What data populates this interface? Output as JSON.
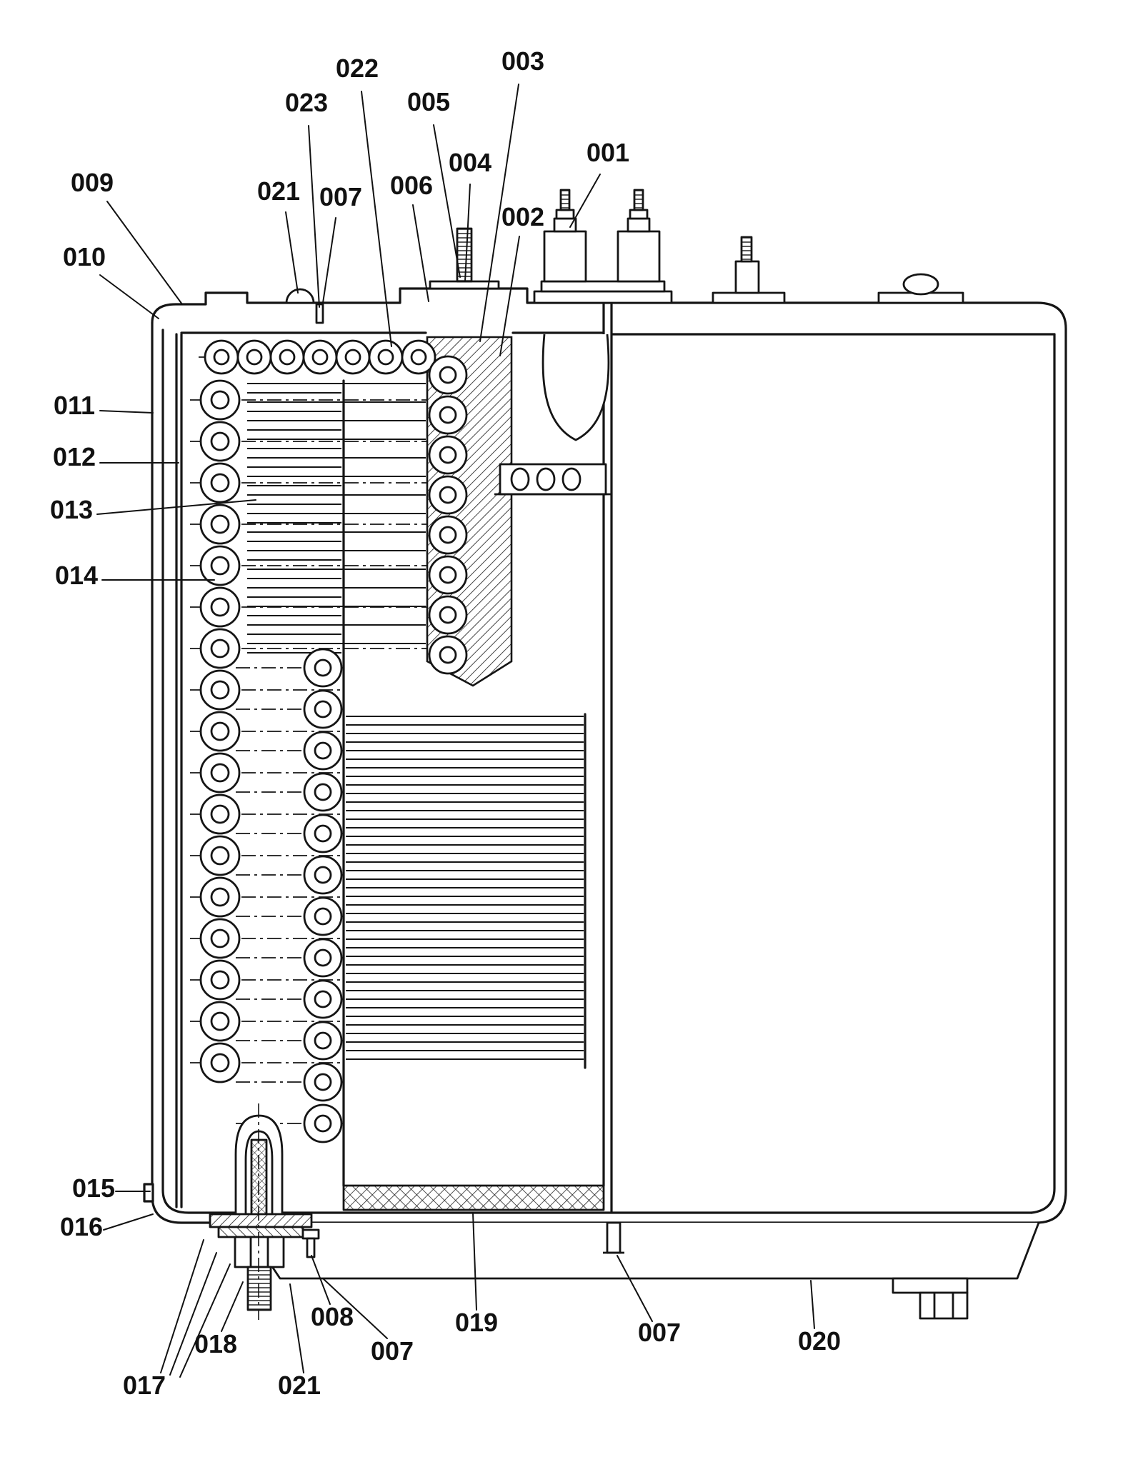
{
  "figure": {
    "kind": "technical-sectional-diagram",
    "description": "Cross-section / part-elevation drawing of a cylindrical transformer-type assembly with numbered part callouts",
    "colors": {
      "line": "#151515",
      "background": "#ffffff"
    }
  },
  "callouts": [
    {
      "id": "022",
      "text": "022"
    },
    {
      "id": "003",
      "text": "003"
    },
    {
      "id": "023",
      "text": "023"
    },
    {
      "id": "005",
      "text": "005"
    },
    {
      "id": "004",
      "text": "004"
    },
    {
      "id": "001",
      "text": "001"
    },
    {
      "id": "009",
      "text": "009"
    },
    {
      "id": "021",
      "text": "021"
    },
    {
      "id": "007",
      "text": "007"
    },
    {
      "id": "006",
      "text": "006"
    },
    {
      "id": "002",
      "text": "002"
    },
    {
      "id": "010",
      "text": "010"
    },
    {
      "id": "011",
      "text": "011"
    },
    {
      "id": "012",
      "text": "012"
    },
    {
      "id": "013",
      "text": "013"
    },
    {
      "id": "014",
      "text": "014"
    },
    {
      "id": "015",
      "text": "015"
    },
    {
      "id": "016",
      "text": "016"
    },
    {
      "id": "017",
      "text": "017"
    },
    {
      "id": "018",
      "text": "018"
    },
    {
      "id": "021",
      "text": "021"
    },
    {
      "id": "008",
      "text": "008"
    },
    {
      "id": "007",
      "text": "007"
    },
    {
      "id": "019",
      "text": "019"
    },
    {
      "id": "007",
      "text": "007"
    },
    {
      "id": "020",
      "text": "020"
    }
  ]
}
